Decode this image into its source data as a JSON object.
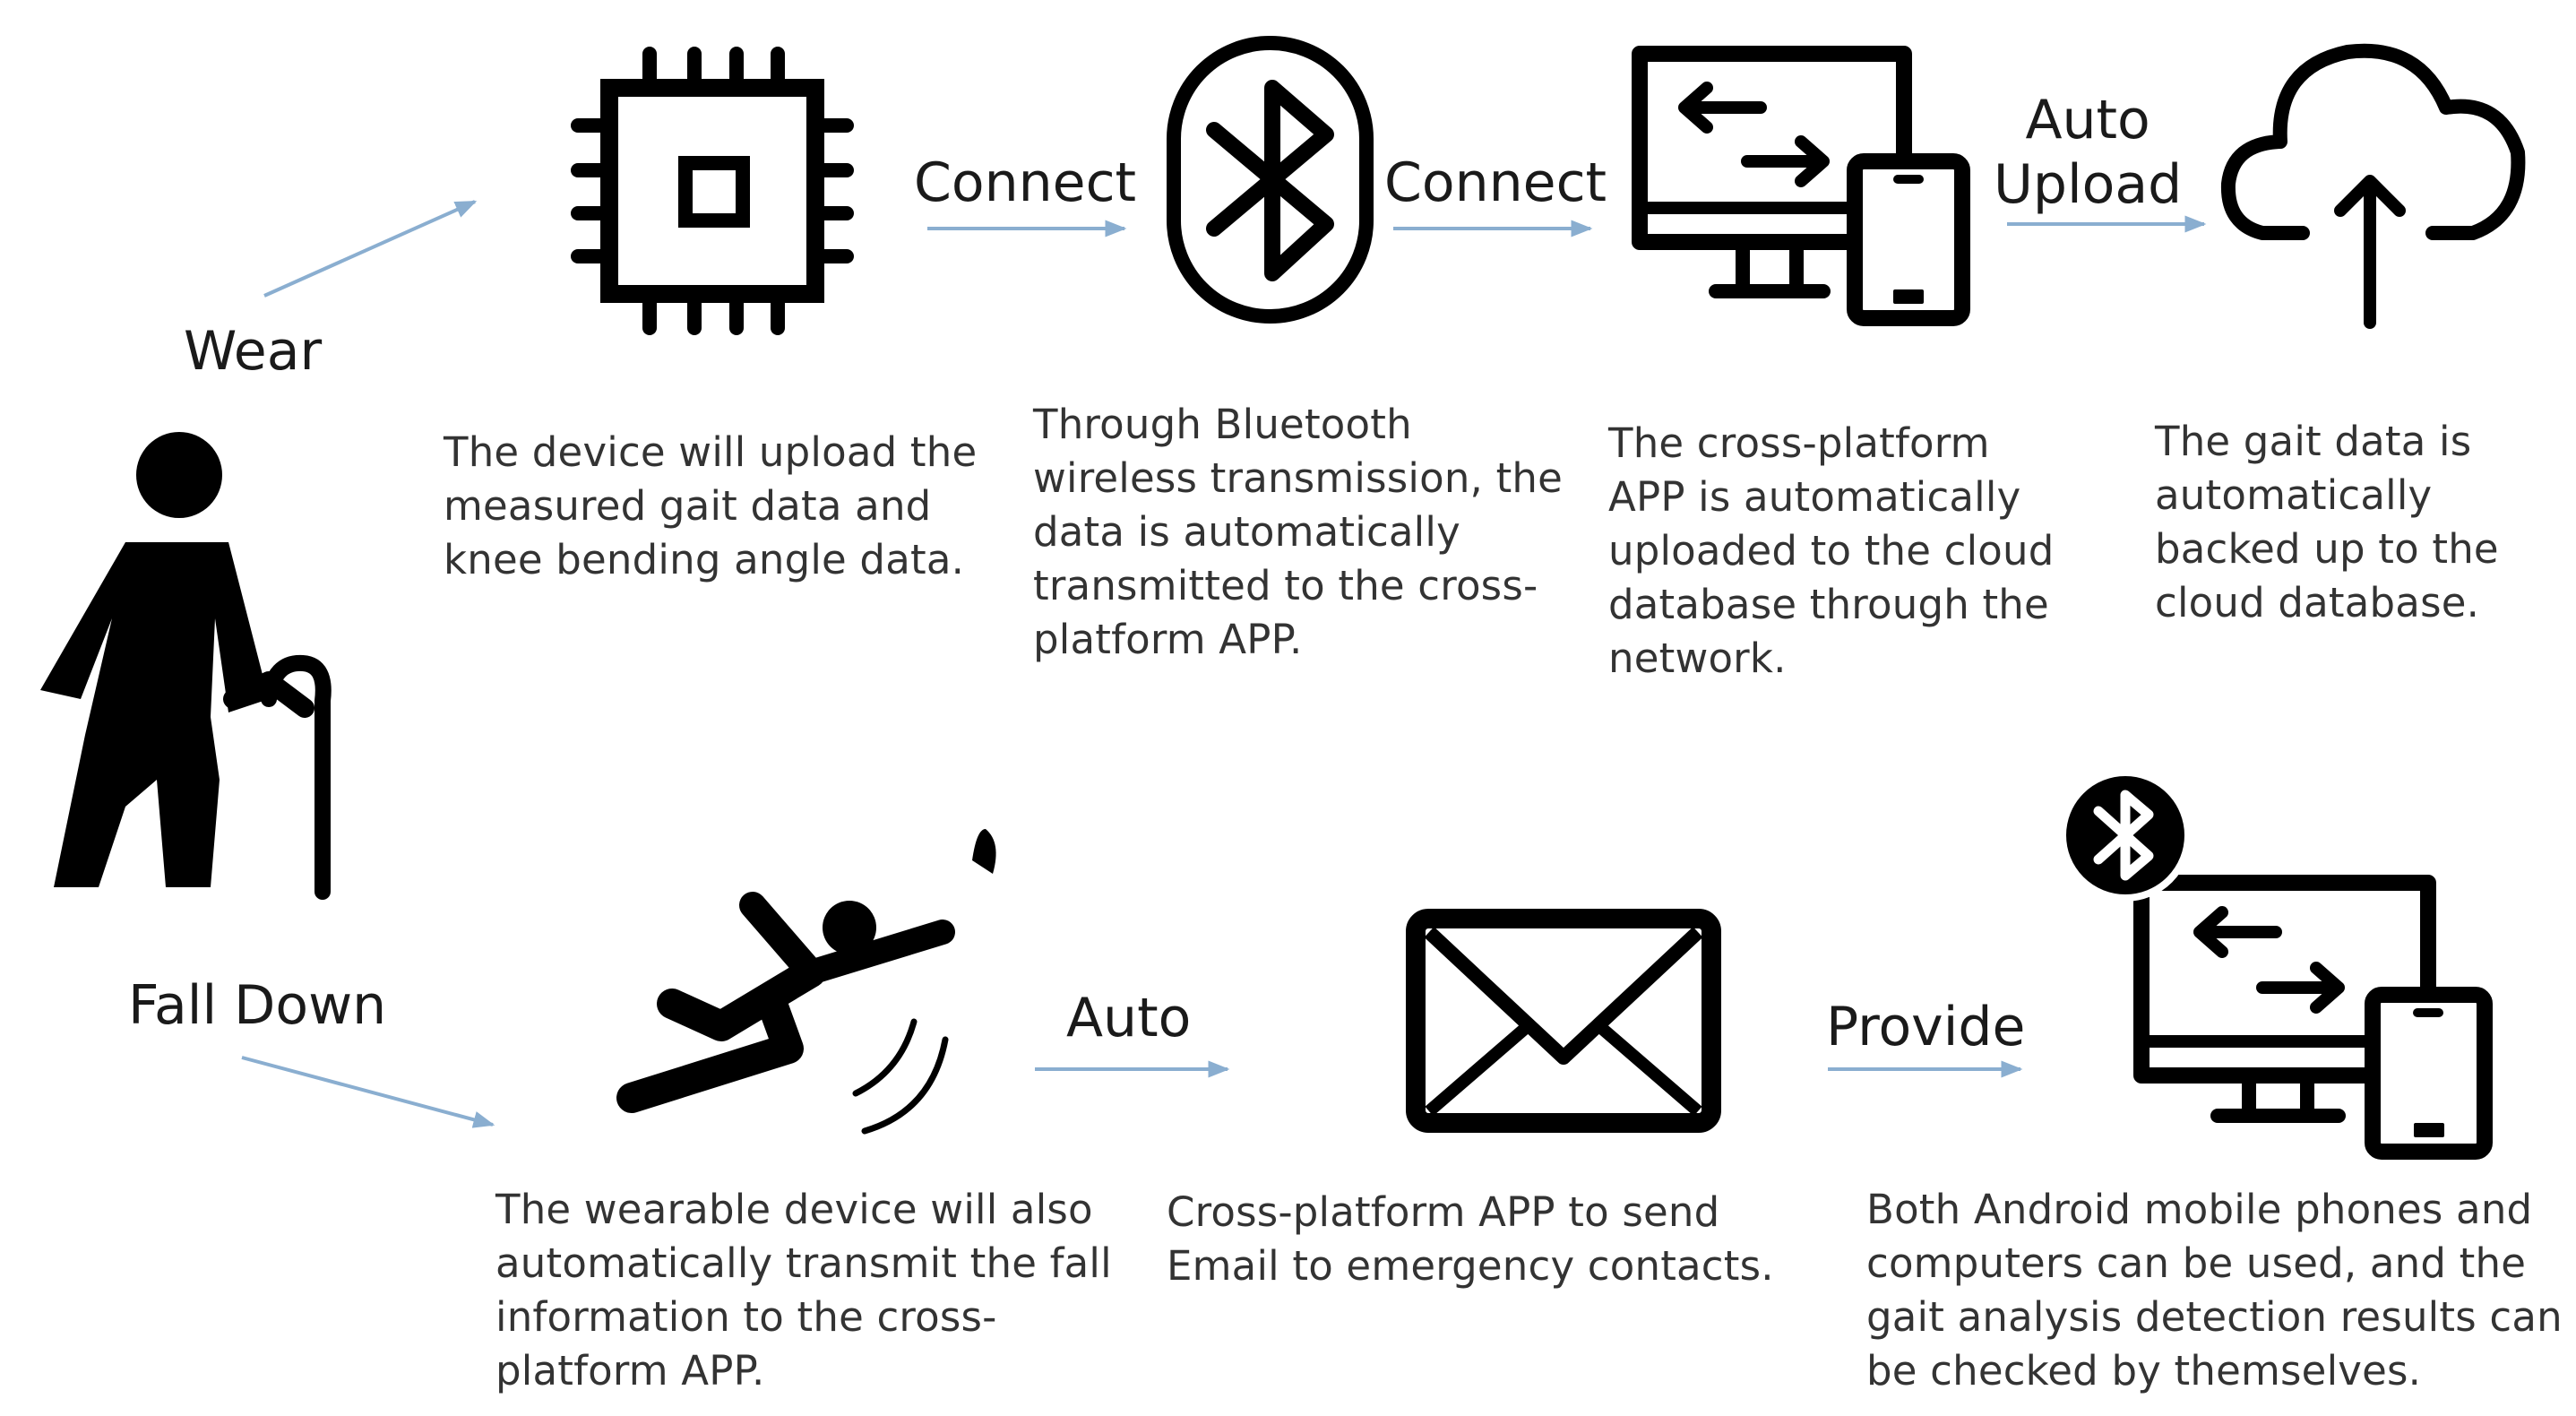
{
  "flow": {
    "top": {
      "wear_label": "Wear",
      "connect_label_1": "Connect",
      "connect_label_2": "Connect",
      "auto_upload_label": "Auto\nUpload",
      "desc_device": "The device will upload the\nmeasured gait data and\nknee bending angle data.",
      "desc_bluetooth": "Through Bluetooth\nwireless transmission, the\ndata is automatically\ntransmitted to the cross-\nplatform APP.",
      "desc_app": "The cross-platform\nAPP is automatically\nuploaded to the cloud\ndatabase through the\nnetwork.",
      "desc_cloud": "The gait data is\nautomatically\nbacked up to the\ncloud database."
    },
    "bottom": {
      "fall_label": "Fall Down",
      "auto_label": "Auto",
      "provide_label": "Provide",
      "desc_fall": "The wearable device will also\nautomatically transmit the fall\ninformation to the cross-\nplatform APP.",
      "desc_email": "Cross-platform APP to send\nEmail to emergency contacts.",
      "desc_results": "Both Android mobile phones and\ncomputers can be used, and the\ngait analysis detection results can\nbe checked by themselves."
    }
  },
  "icons": {
    "elderly_person": "elderly-person-with-cane-icon",
    "chip": "microchip-icon",
    "bluetooth": "bluetooth-icon",
    "sync_devices": "computer-phone-sync-icon",
    "cloud_upload": "cloud-upload-icon",
    "fall": "falling-person-icon",
    "email": "envelope-icon",
    "bluetooth_devices": "bluetooth-computer-phone-icon"
  },
  "colors": {
    "arrow": "#8aaed0",
    "icon": "#000000",
    "text": "#333333"
  }
}
